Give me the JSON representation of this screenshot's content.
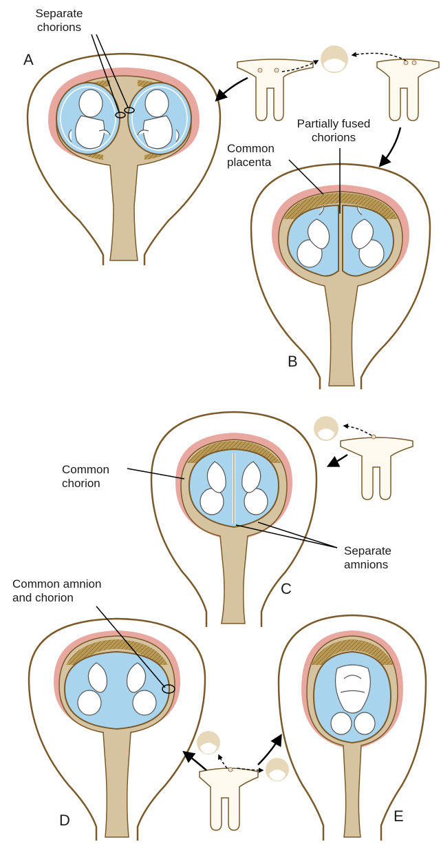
{
  "panels": {
    "a": {
      "letter": "A"
    },
    "b": {
      "letter": "B"
    },
    "c": {
      "letter": "C"
    },
    "d": {
      "letter": "D"
    },
    "e": {
      "letter": "E"
    }
  },
  "labels": {
    "separate_chorions": [
      "Separate",
      "chorions"
    ],
    "partially_fused_chorions": [
      "Partially fused",
      "chorions"
    ],
    "common_placenta": [
      "Common",
      "placenta"
    ],
    "common_chorion": [
      "Common",
      "chorion"
    ],
    "separate_amnions": [
      "Separate",
      "amnions"
    ],
    "common_amnion_and_chorion": [
      "Common amnion",
      "and chorion"
    ]
  },
  "colors": {
    "outline": "#7a5a2a",
    "tissue": "#d6c4a0",
    "placenta": "#b99a55",
    "decidua_pink": "#e8a8a0",
    "amniotic_blue": "#a8d4ee",
    "fetus": "#ffffff",
    "arrow": "#000000"
  }
}
